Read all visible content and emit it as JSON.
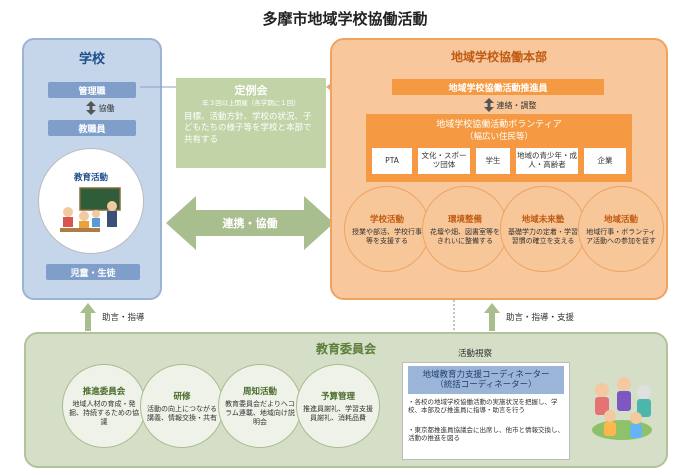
{
  "title": "多摩市地域学校協働活動",
  "school": {
    "title": "学校",
    "admin_label": "管理職",
    "cooperation_label": "協働",
    "teachers_label": "教職員",
    "activity_label": "教育活動",
    "students_label": "児童・生徒"
  },
  "meeting": {
    "title": "定例会",
    "schedule": "年３回以上開催（各学期に１回）",
    "description": "目標、活動方針、学校の状況、子どもたちの様子等を学校と本部で共有する"
  },
  "link_label": "連携・協働",
  "hub": {
    "title": "地域学校協働本部",
    "promoter_label": "地域学校協働活動推進員",
    "liaison_label": "連絡・調整",
    "volunteer_title": "地域学校協働活動ボランティア",
    "volunteer_subtitle": "（幅広い住民等）",
    "volunteer_items": [
      "PTA",
      "文化・スポーツ団体",
      "学生",
      "地域の青少年・成人・高齢者",
      "企業"
    ],
    "activities": [
      {
        "title": "学校活動",
        "text": "授業や部活、学校行事等を支援する"
      },
      {
        "title": "環境整備",
        "text": "花壇や畑、図書室等をきれいに整備する"
      },
      {
        "title": "地域未来塾",
        "text": "基礎学力の定着・学習習慣の確立を支える"
      },
      {
        "title": "地域活動",
        "text": "地域行事・ボランティア活動への参加を促す"
      }
    ]
  },
  "arrows": {
    "left_label": "助言・指導",
    "right_label": "助言・指導・支援"
  },
  "committee": {
    "title": "教育委員会",
    "observation_label": "活動視察",
    "circles": [
      {
        "title": "推進委員会",
        "text": "地域人材の育成・発掘、持続するための協議"
      },
      {
        "title": "研修",
        "text": "活動の向上につながる講義、情報交換・共有"
      },
      {
        "title": "周知活動",
        "text": "教育委員会だよりへコラム連載、地域向け説明会"
      },
      {
        "title": "予算管理",
        "text": "推進員謝礼、学習支援員謝礼、消耗品費"
      }
    ],
    "coordinator": {
      "title": "地域教育力支援コーディネーター",
      "subtitle": "（統括コーディネーター）",
      "items": [
        "・各校の地域学校協働活動の実施状況を把握し、学校、本部及び推進員に指導・助言を行う",
        "・東京都推進員協議会に出席し、他市と情報交換し、活動の推進を図る"
      ]
    }
  }
}
